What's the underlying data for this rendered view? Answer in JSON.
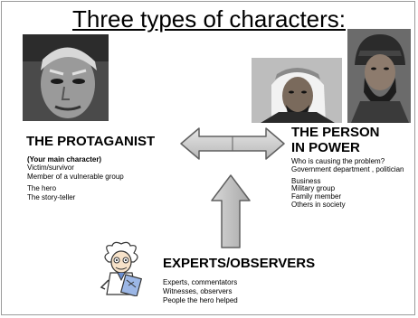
{
  "slide": {
    "title": "Three types of characters:"
  },
  "protagonist": {
    "heading": "THE PROTAGANIST",
    "lines": [
      "(Your main character)",
      "Victim/survivor",
      "Member of a  vulnerable group",
      "The hero",
      "The story-teller"
    ]
  },
  "person_in_power": {
    "heading_line1": "THE PERSON",
    "heading_line2": "IN POWER",
    "lines": [
      "Who is causing the problem?",
      "Government department , politician",
      "Business",
      "Military group",
      "Family member",
      "Others in society"
    ]
  },
  "experts": {
    "heading": "EXPERTS/OBSERVERS",
    "lines": [
      "Experts, commentators",
      "Witnesses, observers",
      "People the hero helped"
    ]
  }
}
